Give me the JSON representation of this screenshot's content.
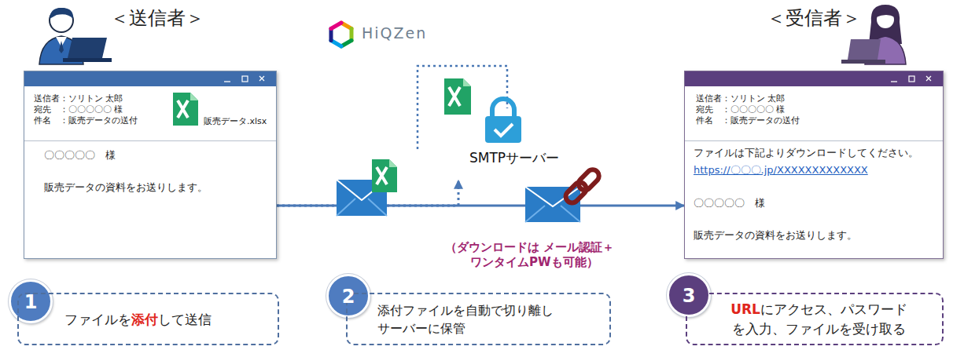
{
  "diagram": {
    "nodes": [
      {
        "text": [
          "送信者：ソリトン 太郎",
          "宛先　：〇〇〇〇〇 様",
          "件名　：販売データの送付",
          "販売データ.xlsx",
          "〇〇〇〇〇　様",
          "販売データの資料をお送りします。"
        ]
      },
      {
        "text": [
          "SMTPサーバー"
        ]
      },
      {
        "text": [
          "送信者：ソリトン 太郎",
          "宛先　：〇〇〇〇〇 様",
          "件名　：販売データの送付",
          "ファイルは下記よりダウンロードしてください。",
          "https://〇〇〇.jp/XXXXXXXXXXXXX",
          "〇〇〇〇〇　様",
          "販売データの資料をお送りします。"
        ]
      },
      {
        "text": [
          "1"
        ]
      },
      {
        "text": [
          "ファイルを添付して送信"
        ]
      },
      {
        "text": [
          "2"
        ]
      },
      {
        "text": [
          "添付ファイルを自動で切り離し サーバーに保管"
        ]
      },
      {
        "text": [
          "3"
        ]
      },
      {
        "text": [
          "URLにアクセス、パスワード を入力、ファイルを受け取る"
        ]
      }
    ],
    "edges": [
      {
        "from": 0,
        "to": 2,
        "arrow": "to"
      },
      {
        "from": 0,
        "to": 1,
        "arrow": "to"
      }
    ],
    "labels": [
      "＜送信者＞",
      "HiQZen",
      "＜受信者＞",
      "（ダウンロードは メール認証＋ワンタイムPWも可能）"
    ]
  }
}
